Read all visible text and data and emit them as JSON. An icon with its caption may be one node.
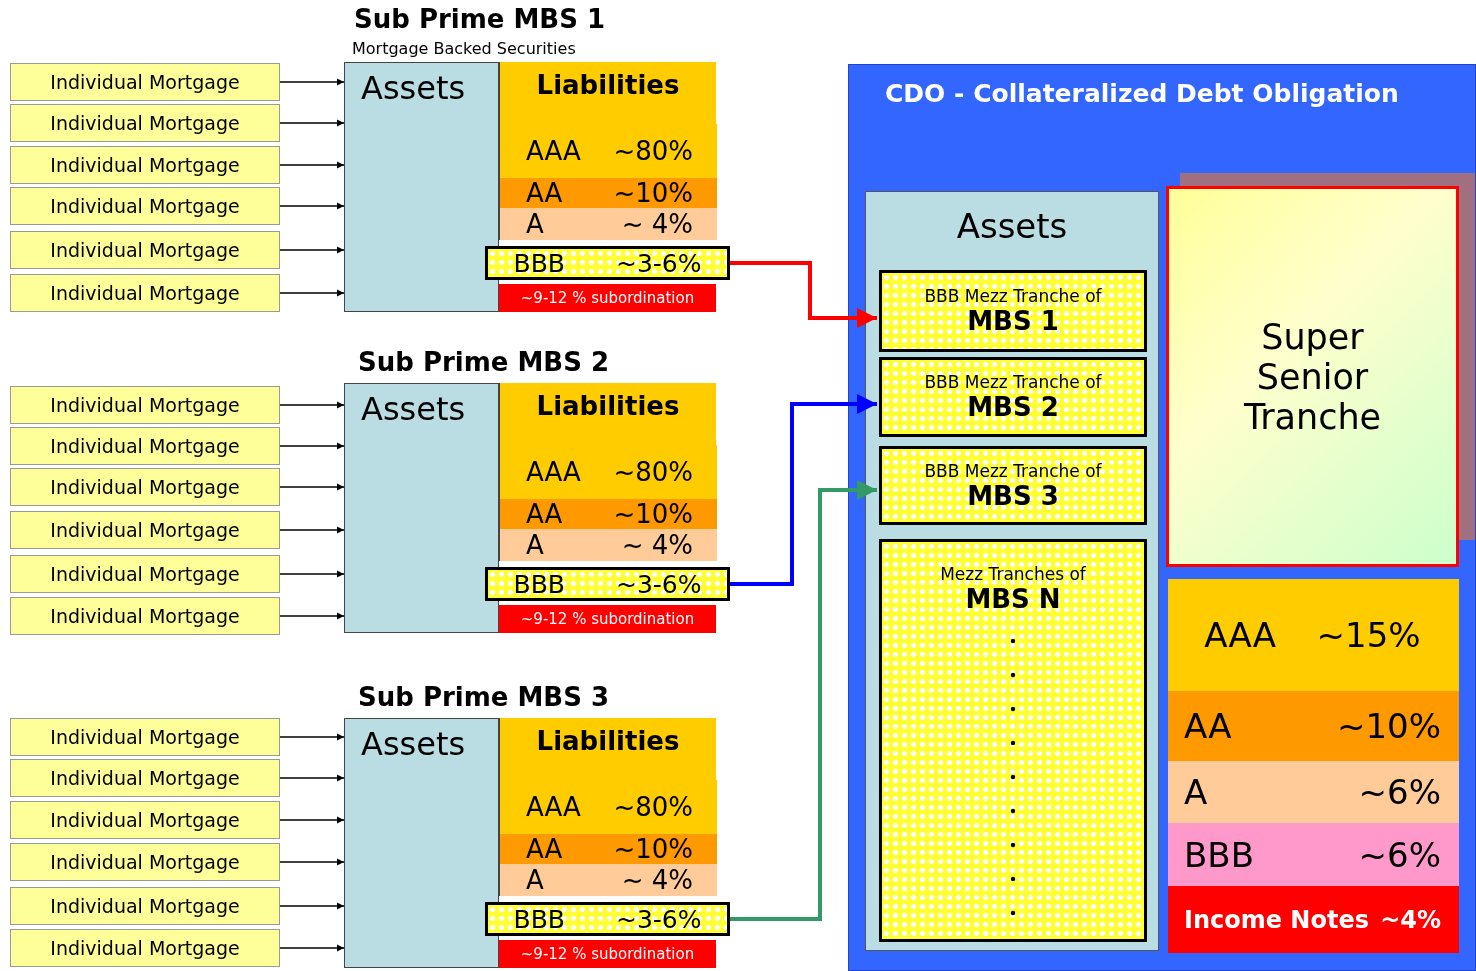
{
  "diagram": {
    "nodes": [
      {
        "text": [
          "Sub Prime MBS 1",
          "Mortgage Backed Securities"
        ]
      },
      {
        "text": [
          "Assets"
        ],
        "in": 0
      },
      {
        "text": [
          "Liabilities"
        ],
        "in": 0
      },
      {
        "text": [
          "AAA",
          "~80%"
        ],
        "in": 2
      },
      {
        "text": [
          "AA",
          "~10%"
        ],
        "in": 2
      },
      {
        "text": [
          "A",
          "~ 4%"
        ],
        "in": 2
      },
      {
        "text": [
          "BBB",
          "~3-6%"
        ],
        "in": 0
      },
      {
        "text": [
          "~9-12 % subordination"
        ],
        "in": 0
      },
      {
        "text": [
          "Individual Mortgage"
        ]
      },
      {
        "text": [
          "Individual Mortgage"
        ]
      },
      {
        "text": [
          "Individual Mortgage"
        ]
      },
      {
        "text": [
          "Individual Mortgage"
        ]
      },
      {
        "text": [
          "Individual Mortgage"
        ]
      },
      {
        "text": [
          "Individual Mortgage"
        ]
      },
      {
        "text": [
          "Sub Prime MBS 2"
        ]
      },
      {
        "text": [
          "Assets"
        ],
        "in": 14
      },
      {
        "text": [
          "Liabilities"
        ],
        "in": 14
      },
      {
        "text": [
          "AAA",
          "~80%"
        ],
        "in": 16
      },
      {
        "text": [
          "AA",
          "~10%"
        ],
        "in": 16
      },
      {
        "text": [
          "A",
          "~ 4%"
        ],
        "in": 16
      },
      {
        "text": [
          "BBB",
          "~3-6%"
        ],
        "in": 14
      },
      {
        "text": [
          "~9-12 % subordination"
        ],
        "in": 14
      },
      {
        "text": [
          "Individual Mortgage"
        ]
      },
      {
        "text": [
          "Individual Mortgage"
        ]
      },
      {
        "text": [
          "Individual Mortgage"
        ]
      },
      {
        "text": [
          "Individual Mortgage"
        ]
      },
      {
        "text": [
          "Individual Mortgage"
        ]
      },
      {
        "text": [
          "Individual Mortgage"
        ]
      },
      {
        "text": [
          "Sub Prime MBS 3"
        ]
      },
      {
        "text": [
          "Assets"
        ],
        "in": 28
      },
      {
        "text": [
          "Liabilities"
        ],
        "in": 28
      },
      {
        "text": [
          "AAA",
          "~80%"
        ],
        "in": 30
      },
      {
        "text": [
          "AA",
          "~10%"
        ],
        "in": 30
      },
      {
        "text": [
          "A",
          "~ 4%"
        ],
        "in": 30
      },
      {
        "text": [
          "BBB",
          "~3-6%"
        ],
        "in": 28
      },
      {
        "text": [
          "~9-12 % subordination"
        ],
        "in": 28
      },
      {
        "text": [
          "Individual Mortgage"
        ]
      },
      {
        "text": [
          "Individual Mortgage"
        ]
      },
      {
        "text": [
          "Individual Mortgage"
        ]
      },
      {
        "text": [
          "Individual Mortgage"
        ]
      },
      {
        "text": [
          "Individual Mortgage"
        ]
      },
      {
        "text": [
          "Individual Mortgage"
        ]
      },
      {
        "text": [
          "CDO - Collateralized Debt Obligation"
        ]
      },
      {
        "text": [
          "Assets"
        ],
        "in": 42
      },
      {
        "text": [
          "BBB Mezz Tranche of",
          "MBS 1"
        ],
        "in": 43
      },
      {
        "text": [
          "BBB Mezz Tranche of",
          "MBS 2"
        ],
        "in": 43
      },
      {
        "text": [
          "BBB Mezz Tranche of",
          "MBS 3"
        ],
        "in": 43
      },
      {
        "text": [
          "Mezz Tranches of",
          "MBS N"
        ],
        "in": 43
      },
      {
        "text": [
          "Super Senior Tranche"
        ],
        "in": 42
      },
      {
        "text": [
          "AAA",
          "~15%"
        ],
        "in": 42
      },
      {
        "text": [
          "AA",
          "~10%"
        ],
        "in": 42
      },
      {
        "text": [
          "A",
          "~6%"
        ],
        "in": 42
      },
      {
        "text": [
          "BBB",
          "~6%"
        ],
        "in": 42
      },
      {
        "text": [
          "Income Notes",
          "~4%"
        ],
        "in": 42
      }
    ],
    "edges": [
      {
        "from": 8,
        "to": 1,
        "arrow": "to"
      },
      {
        "from": 9,
        "to": 1,
        "arrow": "to"
      },
      {
        "from": 10,
        "to": 1,
        "arrow": "to"
      },
      {
        "from": 11,
        "to": 1,
        "arrow": "to"
      },
      {
        "from": 12,
        "to": 1,
        "arrow": "to"
      },
      {
        "from": 13,
        "to": 1,
        "arrow": "to"
      },
      {
        "from": 6,
        "to": 44,
        "arrow": "to",
        "style": "thick",
        "color": "#ff0000"
      },
      {
        "from": 22,
        "to": 15,
        "arrow": "to"
      },
      {
        "from": 23,
        "to": 15,
        "arrow": "to"
      },
      {
        "from": 24,
        "to": 15,
        "arrow": "to"
      },
      {
        "from": 25,
        "to": 15,
        "arrow": "to"
      },
      {
        "from": 26,
        "to": 15,
        "arrow": "to"
      },
      {
        "from": 27,
        "to": 15,
        "arrow": "to"
      },
      {
        "from": 20,
        "to": 45,
        "arrow": "to",
        "style": "thick",
        "color": "#0000ff"
      },
      {
        "from": 36,
        "to": 29,
        "arrow": "to"
      },
      {
        "from": 37,
        "to": 29,
        "arrow": "to"
      },
      {
        "from": 38,
        "to": 29,
        "arrow": "to"
      },
      {
        "from": 39,
        "to": 29,
        "arrow": "to"
      },
      {
        "from": 40,
        "to": 29,
        "arrow": "to"
      },
      {
        "from": 41,
        "to": 29,
        "arrow": "to"
      },
      {
        "from": 34,
        "to": 46,
        "arrow": "to",
        "style": "thick",
        "color": "#339966"
      }
    ]
  }
}
